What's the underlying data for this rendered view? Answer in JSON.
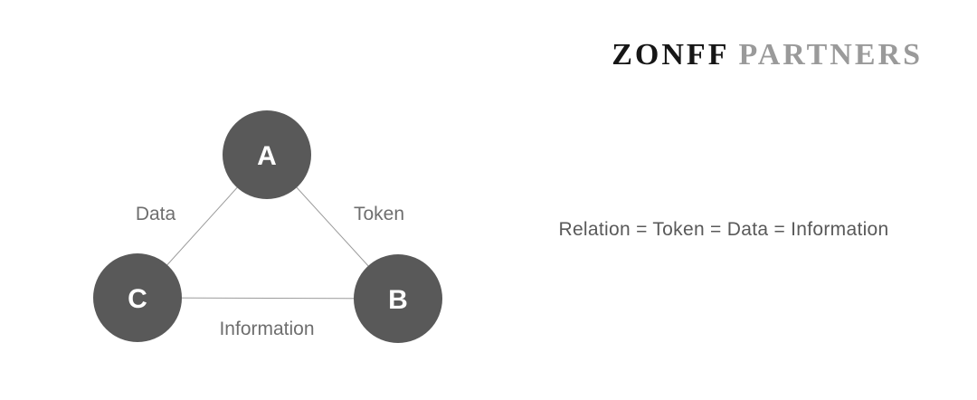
{
  "logo": {
    "name": "ZONFF PARTNERS",
    "part_primary": "ZONFF",
    "part_secondary": "PARTNERS"
  },
  "diagram": {
    "nodes": [
      {
        "id": "A",
        "label": "A",
        "position": "top"
      },
      {
        "id": "B",
        "label": "B",
        "position": "bottom-right"
      },
      {
        "id": "C",
        "label": "C",
        "position": "bottom-left"
      }
    ],
    "edges": [
      {
        "from": "A",
        "to": "C",
        "label": "Data"
      },
      {
        "from": "A",
        "to": "B",
        "label": "Token"
      },
      {
        "from": "C",
        "to": "B",
        "label": "Information"
      }
    ]
  },
  "equation": {
    "text": "Relation = Token = Data = Information"
  },
  "colors": {
    "background": "#ffffff",
    "node_fill": "#595959",
    "node_letter": "#ffffff",
    "edge_line": "#9b9b9b",
    "edge_label_text": "#6e6e6e",
    "equation_text": "#595959",
    "logo_primary": "#161616",
    "logo_secondary": "#9a9a9a"
  }
}
